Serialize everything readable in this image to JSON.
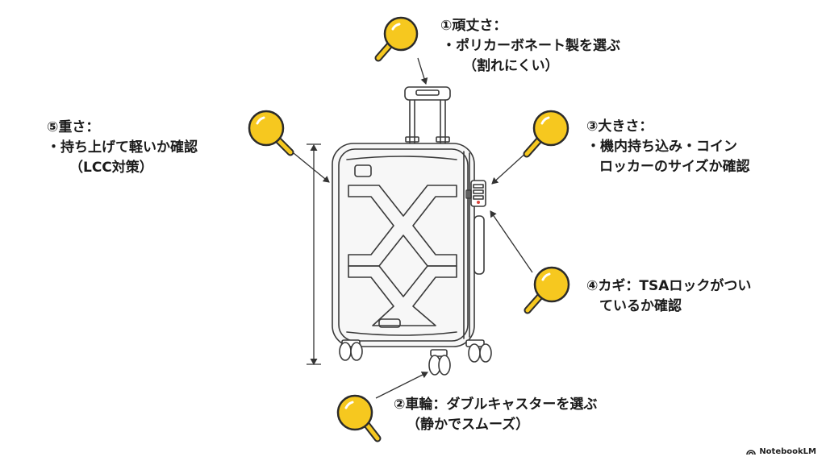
{
  "points": [
    {
      "id": "durability",
      "lines": [
        "①頑丈さ：",
        "・ポリカーボネート製を選ぶ",
        "（割れにくい）"
      ]
    },
    {
      "id": "wheels",
      "lines": [
        "②車輪：ダブルキャスターを選ぶ",
        "（静かでスムーズ）"
      ]
    },
    {
      "id": "size",
      "lines": [
        "③大きさ：",
        "・機内持ち込み・コイン",
        "ロッカーのサイズか確認"
      ]
    },
    {
      "id": "lock",
      "lines": [
        "④カギ：TSAロックがつい",
        "ているか確認"
      ]
    },
    {
      "id": "weight",
      "lines": [
        "⑤重さ：",
        "・持ち上げて軽いか確認",
        "（LCC対策）"
      ]
    }
  ],
  "brand": "NotebookLM",
  "colors": {
    "magnifier_fill": "#f6c81f",
    "magnifier_stroke": "#2b2b2b",
    "outline": "#333333",
    "text": "#1a1a1a"
  },
  "icons": [
    "magnifier-icon",
    "suitcase-illustration",
    "notebooklm-logo-icon"
  ]
}
